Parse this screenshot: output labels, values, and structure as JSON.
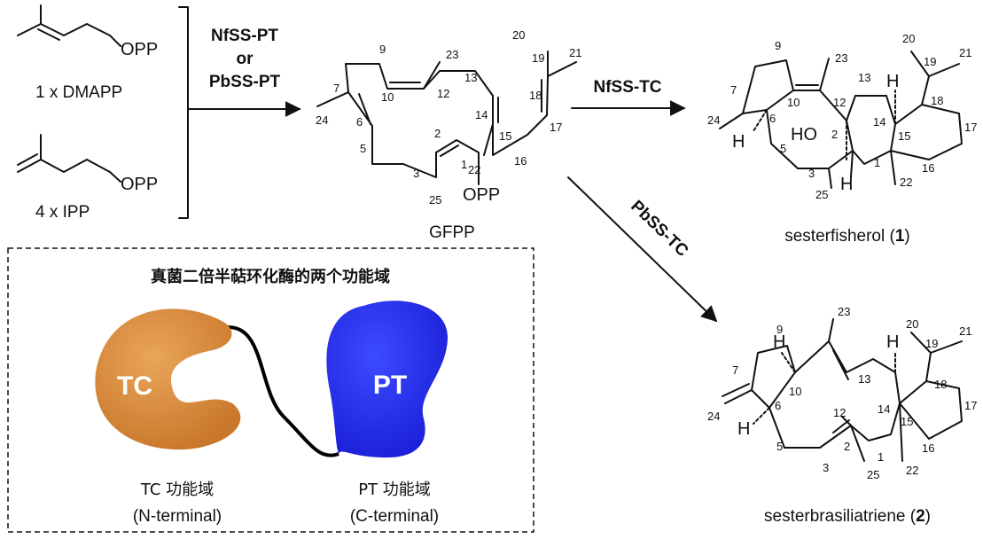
{
  "reactants": {
    "dmapp": {
      "label": "1 x DMAPP",
      "group": "OPP"
    },
    "ipp": {
      "label": "4 x IPP",
      "group": "OPP"
    }
  },
  "step1": {
    "enzyme1": "NfSS-PT",
    "or": "or",
    "enzyme2": "PbSS-PT"
  },
  "gfpp": {
    "name": "GFPP",
    "group": "OPP",
    "numbers": [
      "1",
      "2",
      "3",
      "5",
      "6",
      "7",
      "9",
      "10",
      "12",
      "13",
      "14",
      "15",
      "16",
      "17",
      "18",
      "19",
      "20",
      "21",
      "22",
      "23",
      "24",
      "25"
    ]
  },
  "step2": {
    "enzyme_top": "NfSS-TC",
    "enzyme_diag": "PbSS-TC"
  },
  "product1": {
    "name_text": "sesterfisherol (",
    "name_num": "1",
    "name_close": ")",
    "ho": "HO",
    "h": "H",
    "numbers": [
      "1",
      "2",
      "3",
      "5",
      "6",
      "7",
      "9",
      "10",
      "12",
      "13",
      "14",
      "15",
      "16",
      "17",
      "18",
      "19",
      "20",
      "21",
      "22",
      "23",
      "24",
      "25"
    ]
  },
  "product2": {
    "name_text": "sesterbrasiliatriene (",
    "name_num": "2",
    "name_close": ")",
    "h": "H",
    "numbers": [
      "1",
      "2",
      "3",
      "5",
      "6",
      "7",
      "9",
      "10",
      "12",
      "13",
      "14",
      "15",
      "16",
      "17",
      "18",
      "19",
      "20",
      "21",
      "22",
      "23",
      "24",
      "25"
    ]
  },
  "domains": {
    "title": "真菌二倍半萜环化酶的两个功能域",
    "tc": {
      "label": "TC",
      "caption": "TC 功能域",
      "sub": "(N-terminal)",
      "color": "#d98a3a"
    },
    "pt": {
      "label": "PT",
      "caption": "PT 功能域",
      "sub": "(C-terminal)",
      "color": "#2a33f0"
    }
  }
}
